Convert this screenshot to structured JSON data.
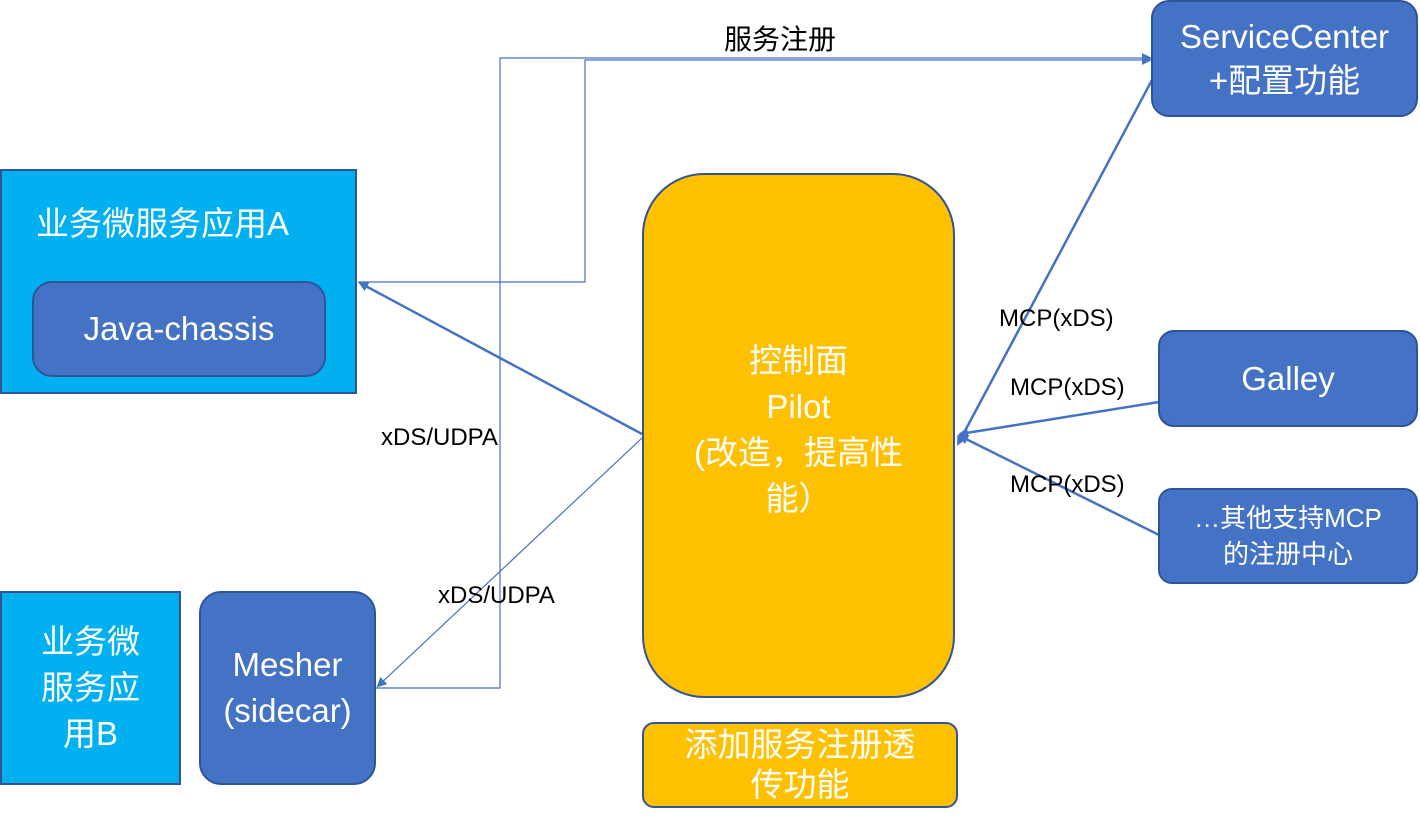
{
  "app_a": {
    "title": "业务微服务应用A",
    "inner": "Java-chassis"
  },
  "app_b": {
    "title_lines": [
      "业务微",
      "服务应",
      "用B"
    ]
  },
  "mesher": {
    "lines": [
      "Mesher",
      "(sidecar)"
    ]
  },
  "control_plane": {
    "lines": [
      "控制面",
      "Pilot",
      "(改造，提高性",
      "能）"
    ]
  },
  "addon": {
    "lines": [
      "添加服务注册透",
      "传功能"
    ]
  },
  "service_center": {
    "lines": [
      "ServiceCenter",
      "+配置功能"
    ]
  },
  "galley": {
    "label": "Galley"
  },
  "other_registry": {
    "lines": [
      "…其他支持MCP",
      "的注册中心"
    ]
  },
  "edge_labels": {
    "register": "服务注册",
    "xds_a": "xDS/UDPA",
    "xds_b": "xDS/UDPA",
    "mcp_sc": "MCP(xDS)",
    "mcp_galley": "MCP(xDS)",
    "mcp_other": "MCP(xDS)"
  },
  "colors": {
    "app_fill": "#00b0f0",
    "node_fill": "#4472c4",
    "control_fill": "#ffc000",
    "arrow": "#4472c4"
  }
}
